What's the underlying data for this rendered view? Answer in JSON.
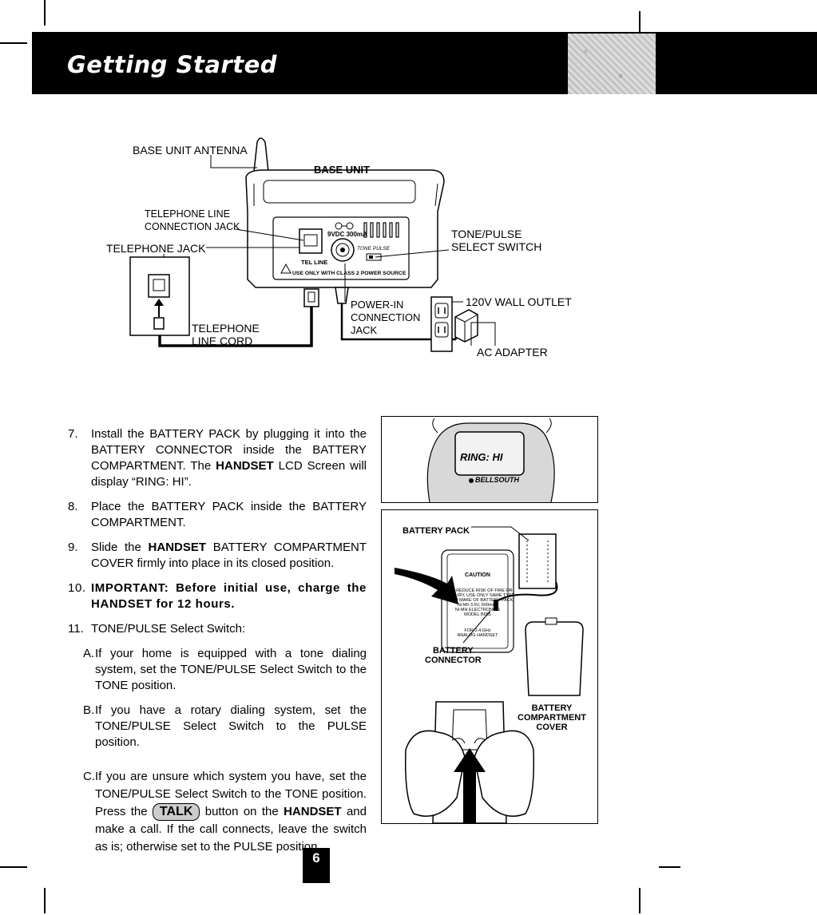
{
  "header": {
    "title": "Getting Started"
  },
  "diagram": {
    "base_unit_label": "BASE UNIT",
    "labels": {
      "base_unit_antenna": "BASE UNIT ANTENNA",
      "telephone_line_connection_jack": "TELEPHONE LINE\nCONNECTION JACK",
      "telephone_jack": "TELEPHONE JACK",
      "tone_pulse_select_switch": "TONE/PULSE\nSELECT SWITCH",
      "wall_outlet": "120V WALL OUTLET",
      "telephone_line_cord": "TELEPHONE\nLINE CORD",
      "power_in_connection_jack": "POWER-IN\nCONNECTION\nJACK",
      "ac_adapter": "AC ADAPTER"
    },
    "panel_text": {
      "voltage": "9VDC 300mA",
      "tel_line": "TEL LINE",
      "tone_pulse": "TONE  PULSE",
      "warning": "USE ONLY WITH CLASS 2 POWER SOURCE"
    }
  },
  "lcd": {
    "display": "RING: HI",
    "brand": "BELLSOUTH"
  },
  "battery_figure": {
    "battery_pack": "BATTERY PACK",
    "battery_connector": "BATTERY\nCONNECTOR",
    "battery_compartment_cover": "BATTERY\nCOMPARTMENT\nCOVER",
    "caution_title": "CAUTION",
    "caution_text": "TO REDUCE RISK OF FIRE OR\nINJURY, USE ONLY SAME TYPE\nAND MAKE OF BATTERY PACK.\nNi-Mh 3.6V, 600mAh\nNi-MH ELECTRONICS\nMODEL B655",
    "caution_footer": "FOR 2.4 GHz\nANALOG HANDSET"
  },
  "instructions": [
    {
      "num": "7.",
      "pre": "Install the BATTERY PACK by plugging it into the BATTERY CONNECTOR inside the BATTERY COMPARTMENT. The ",
      "bold": "HANDSET",
      "post": " LCD Screen will display “RING: HI”."
    },
    {
      "num": "8.",
      "pre": "Place the BATTERY PACK inside the BATTERY COMPARTMENT.",
      "bold": "",
      "post": ""
    },
    {
      "num": "9.",
      "pre": "Slide the ",
      "bold": "HANDSET",
      "post": " BATTERY COMPARTMENT COVER firmly into place in its closed position."
    },
    {
      "num": "10.",
      "pre": "",
      "bold": "IMPORTANT: Before initial use, charge the HANDSET for 12 hours.",
      "post": ""
    },
    {
      "num": "11.",
      "pre": "TONE/PULSE Select Switch:",
      "bold": "",
      "post": ""
    }
  ],
  "sub_steps": {
    "a": {
      "num": "A.",
      "text": "If your home is equipped with a tone dialing system, set the TONE/PULSE Select Switch to the TONE position."
    },
    "b": {
      "num": "B.",
      "text": "If you have a rotary dialing system, set the TONE/PULSE Select Switch to the PULSE position."
    },
    "c": {
      "num": "C.",
      "pre": "If you are unsure which system you have, set the TONE/PULSE Select Switch to the TONE position. Press the ",
      "button": "TALK",
      "mid": " button on the ",
      "bold": "HANDSET",
      "post": " and make a call. If the call connects, leave the switch as is; otherwise set to the PULSE position."
    }
  },
  "page_number": "6"
}
